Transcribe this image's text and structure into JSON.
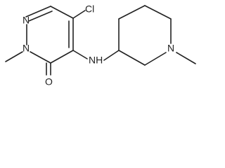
{
  "colors": {
    "ink": "#222222",
    "background": "#ffffff"
  },
  "atoms": {
    "chlorine": "Cl",
    "ring_nitrogen_upper": "N",
    "ring_nitrogen_lower": "N",
    "carbonyl_oxygen": "O",
    "amine_nh": "NH",
    "piperidine_nitrogen": "N"
  }
}
